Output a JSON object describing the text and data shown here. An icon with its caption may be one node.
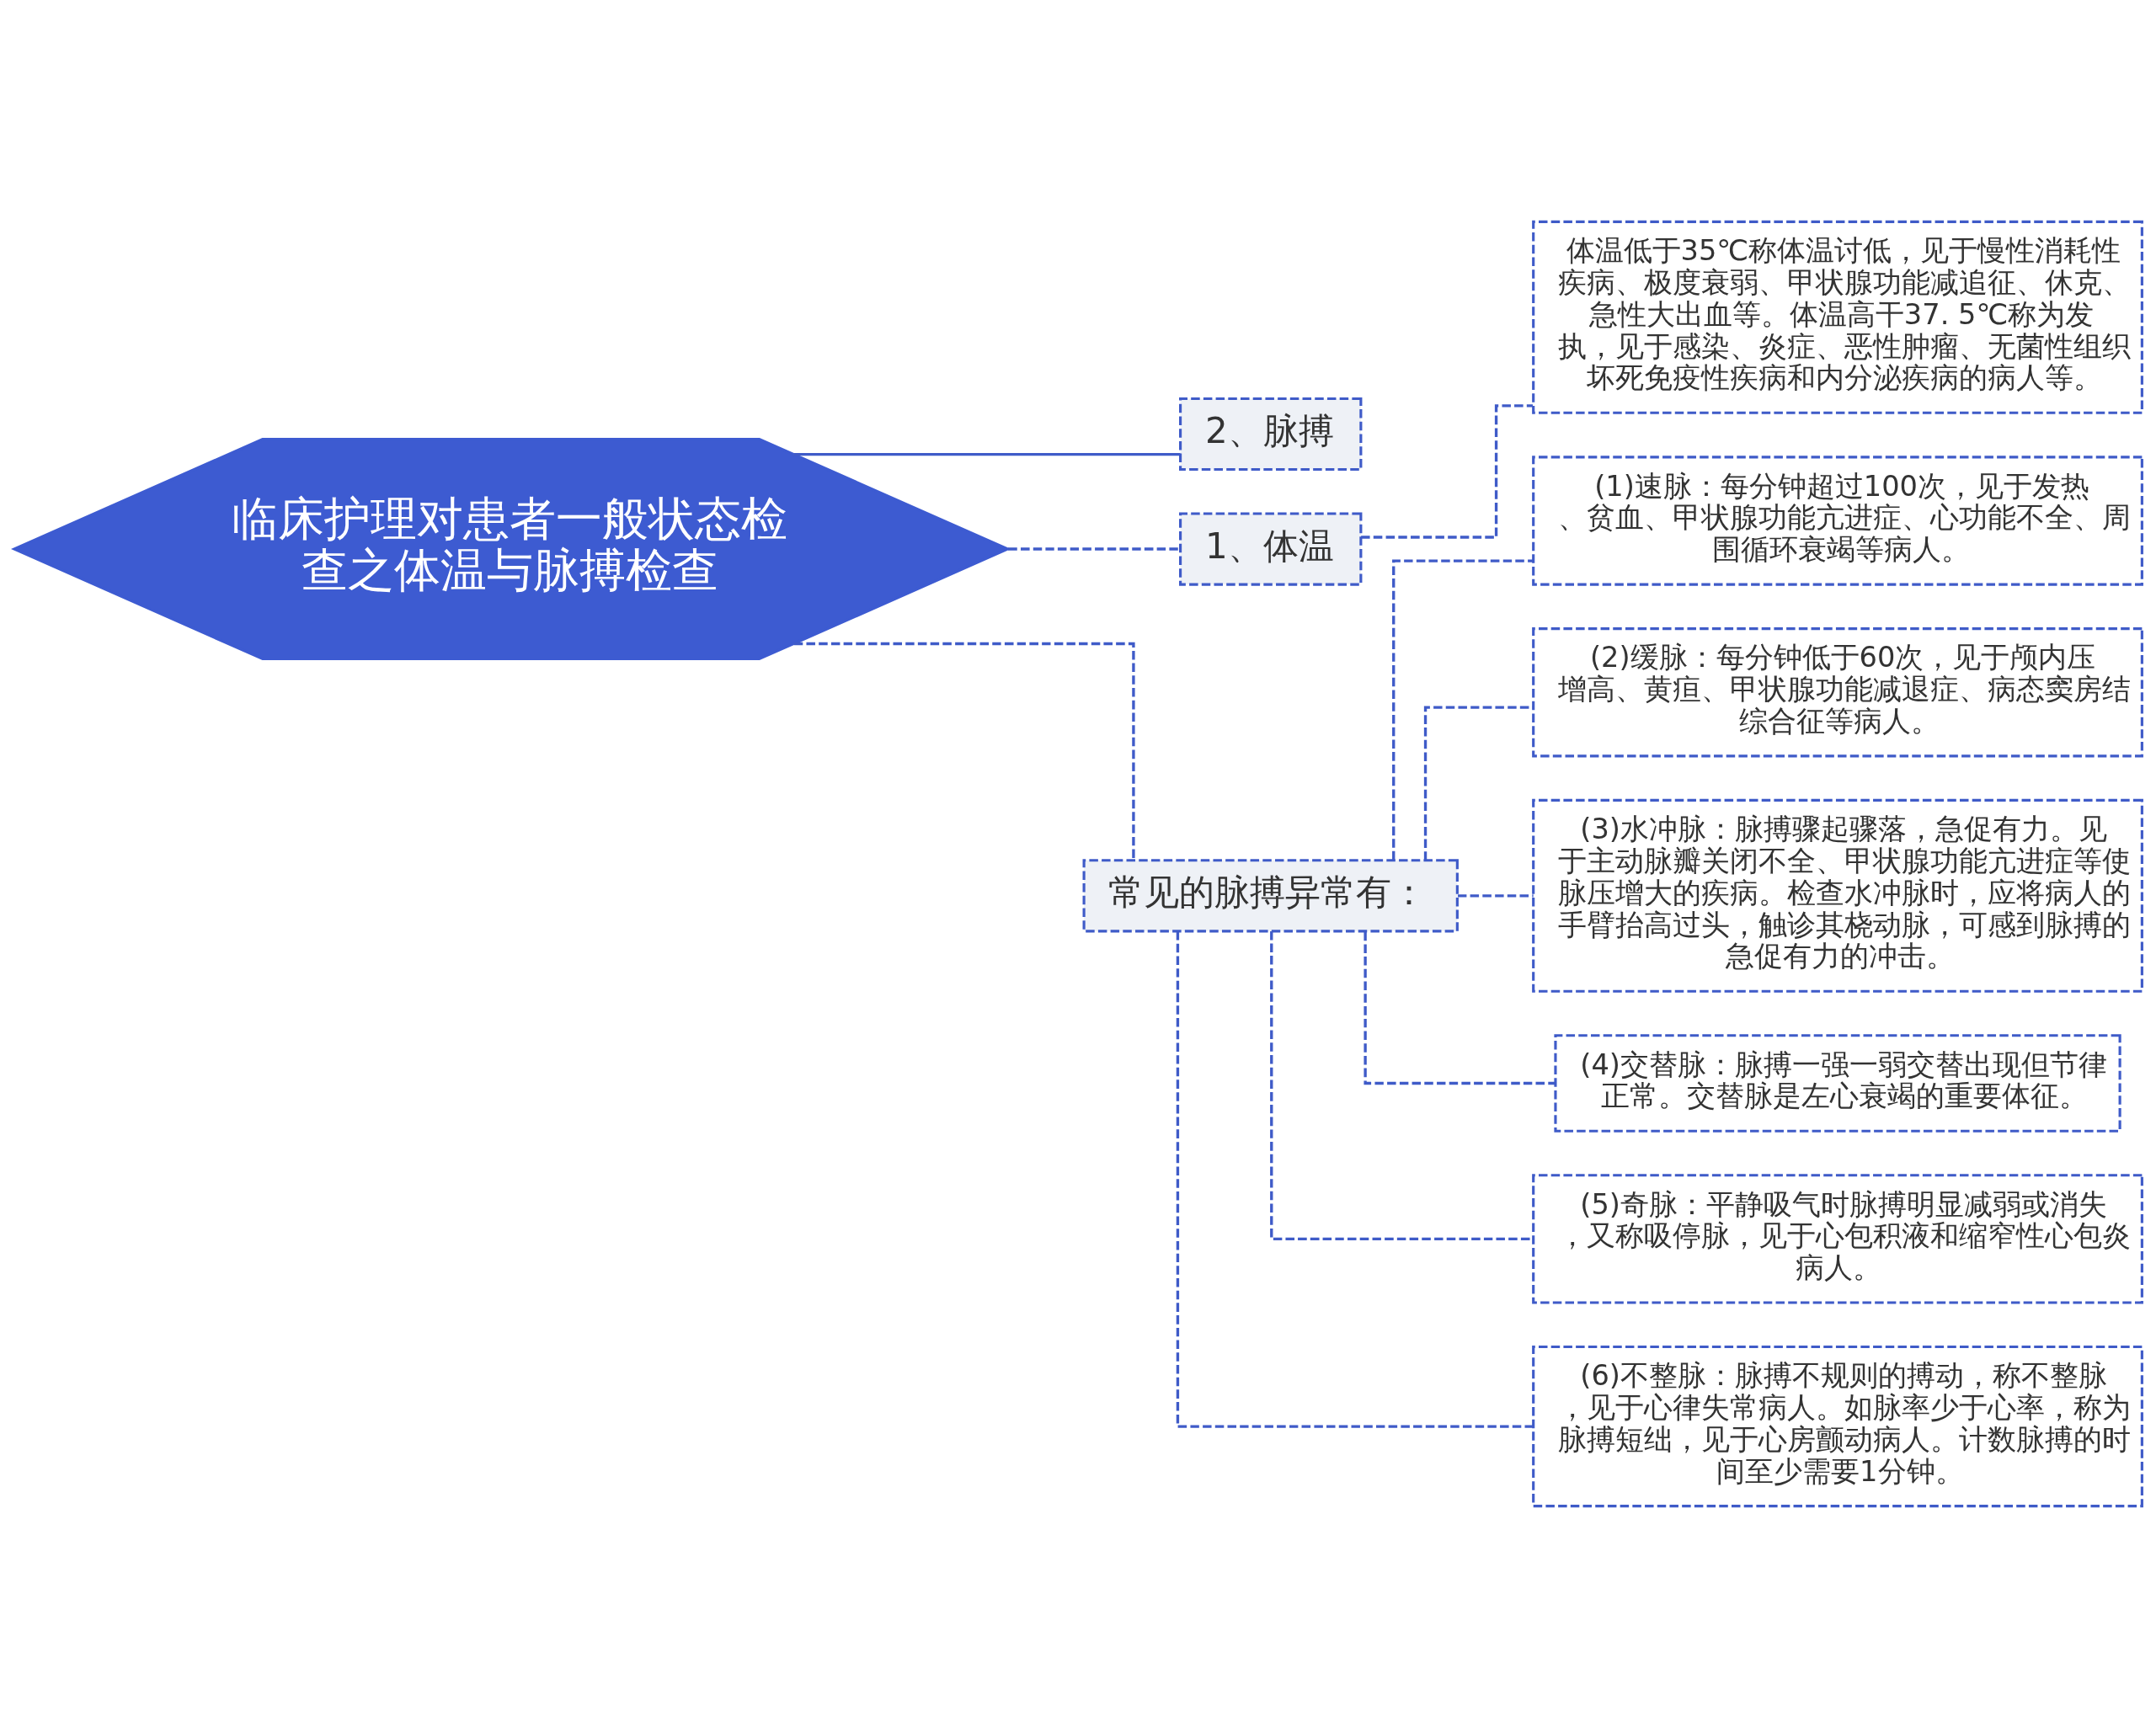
{
  "diagram": {
    "nodes": [
      {
        "text": [
          "临床护理对患者一般状态检查之体温与脉搏检查"
        ]
      },
      {
        "text": [
          "2、脉搏"
        ]
      },
      {
        "text": [
          "1、体温"
        ]
      },
      {
        "text": [
          "体温低于35℃称体温讨低，见于慢性消耗性疾病、极度衰弱、甲状腺功能减追征、休克、急性大出血等。体温高干37. 5℃称为发执，见于感染、炎症、恶性肿瘤、无菌性组织坏死免疫性疾病和内分泌疾病的病人等。"
        ]
      },
      {
        "text": [
          "常见的脉搏异常有："
        ]
      },
      {
        "text": [
          "(1)速脉：每分钟超过100次，见于发热、贫血、甲状腺功能亢进症、心功能不全、周围循环衰竭等病人。"
        ]
      },
      {
        "text": [
          "(2)缓脉：每分钟低于60次，见于颅内压增高、黄疸、甲状腺功能减退症、病态窦房结综合征等病人。"
        ]
      },
      {
        "text": [
          "(3)水冲脉：脉搏骤起骤落，急促有力。见于主动脉瓣关闭不全、甲状腺功能亢进症等使脉压增大的疾病。检查水冲脉时，应将病人的手臂抬高过头，触诊其桡动脉，可感到脉搏的急促有力的冲击。"
        ]
      },
      {
        "text": [
          "(4)交替脉：脉搏一强一弱交替出现但节律正常。交替脉是左心衰竭的重要体征。"
        ]
      },
      {
        "text": [
          "(5)奇脉：平静吸气时脉搏明显减弱或消失，又称吸停脉，见于心包积液和缩窄性心包炎病人。"
        ]
      },
      {
        "text": [
          "(6)不整脉：脉搏不规则的搏动，称不整脉，见于心律失常病人。如脉率少于心率，称为脉搏短绌，见于心房颤动病人。计数脉搏的时间至少需要1分钟。"
        ]
      }
    ],
    "edges": [
      {
        "from": 0,
        "to": 1,
        "arrow": "none"
      },
      {
        "from": 0,
        "to": 2,
        "arrow": "none",
        "style": "dashed"
      },
      {
        "from": 2,
        "to": 3,
        "arrow": "none",
        "style": "dashed"
      },
      {
        "from": 0,
        "to": 4,
        "arrow": "none",
        "style": "dashed"
      },
      {
        "from": 4,
        "to": 5,
        "arrow": "none",
        "style": "dashed"
      },
      {
        "from": 4,
        "to": 6,
        "arrow": "none",
        "style": "dashed"
      },
      {
        "from": 4,
        "to": 7,
        "arrow": "none",
        "style": "dashed"
      },
      {
        "from": 4,
        "to": 8,
        "arrow": "none",
        "style": "dashed"
      },
      {
        "from": 4,
        "to": 9,
        "arrow": "none",
        "style": "dashed"
      },
      {
        "from": 4,
        "to": 10,
        "arrow": "none",
        "style": "dashed"
      }
    ]
  }
}
